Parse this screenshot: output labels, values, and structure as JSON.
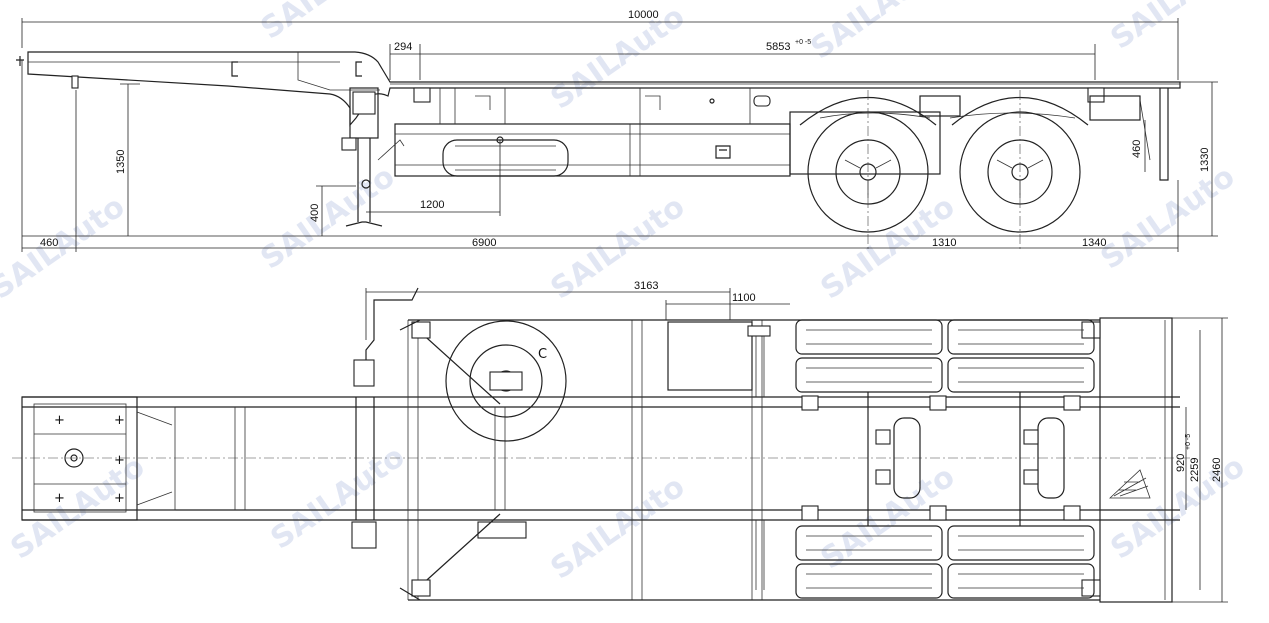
{
  "dimensions": {
    "overall_length": "10000",
    "front_overhang": "294",
    "deck_length": "5853",
    "deck_length_tol": "+0 -5",
    "height_1350": "1350",
    "height_1330": "1330",
    "height_460": "460",
    "kingpin_offset": "460",
    "wheelbase": "6900",
    "axle_spacing": "1310",
    "rear_overhang": "1340",
    "leg_width": "1200",
    "leg_height": "400",
    "plan_3163": "3163",
    "plan_1100": "1100",
    "track_920": "920",
    "plan_2259": "2259",
    "plan_2259_tol": "+0 -5",
    "overall_width": "2460"
  },
  "labels": {
    "spare_wheel_mark": "C"
  },
  "watermark": {
    "text": "SAILAuto",
    "color": "#c9d2ea"
  }
}
